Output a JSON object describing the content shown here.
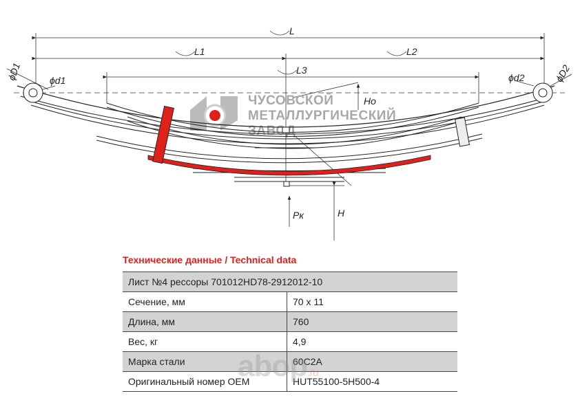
{
  "diagram": {
    "labels": {
      "L": "L",
      "L1": "L1",
      "L2": "L2",
      "L3": "L3",
      "Ho": "Ho",
      "H": "H",
      "Pk": "Pк",
      "d1": "ϕd1",
      "D1": "ϕD1",
      "d2": "ϕd2",
      "D2": "ϕD2"
    },
    "logo": {
      "line1": "ЧУСОВСКОЙ",
      "line2": "МЕТАЛЛУРГИЧЕСКИЙ",
      "line3": "ЗАВОД"
    },
    "highlight_color": "#e0201b"
  },
  "table": {
    "title": "Технические данные / Technical data",
    "header": "Лист №4 рессоры 701012HD78-2912012-10",
    "rows": [
      {
        "label": "Сечение, мм",
        "value": "70 x 11"
      },
      {
        "label": "Длина, мм",
        "value": "760"
      },
      {
        "label": "Вес, кг",
        "value": "4,9"
      },
      {
        "label": "Марка стали",
        "value": "60С2А"
      },
      {
        "label": "Оригинальный номер OEM",
        "value": "HUT55100-5H500-4"
      }
    ]
  },
  "watermark": {
    "text": "abop",
    "suffix": ".ru"
  }
}
